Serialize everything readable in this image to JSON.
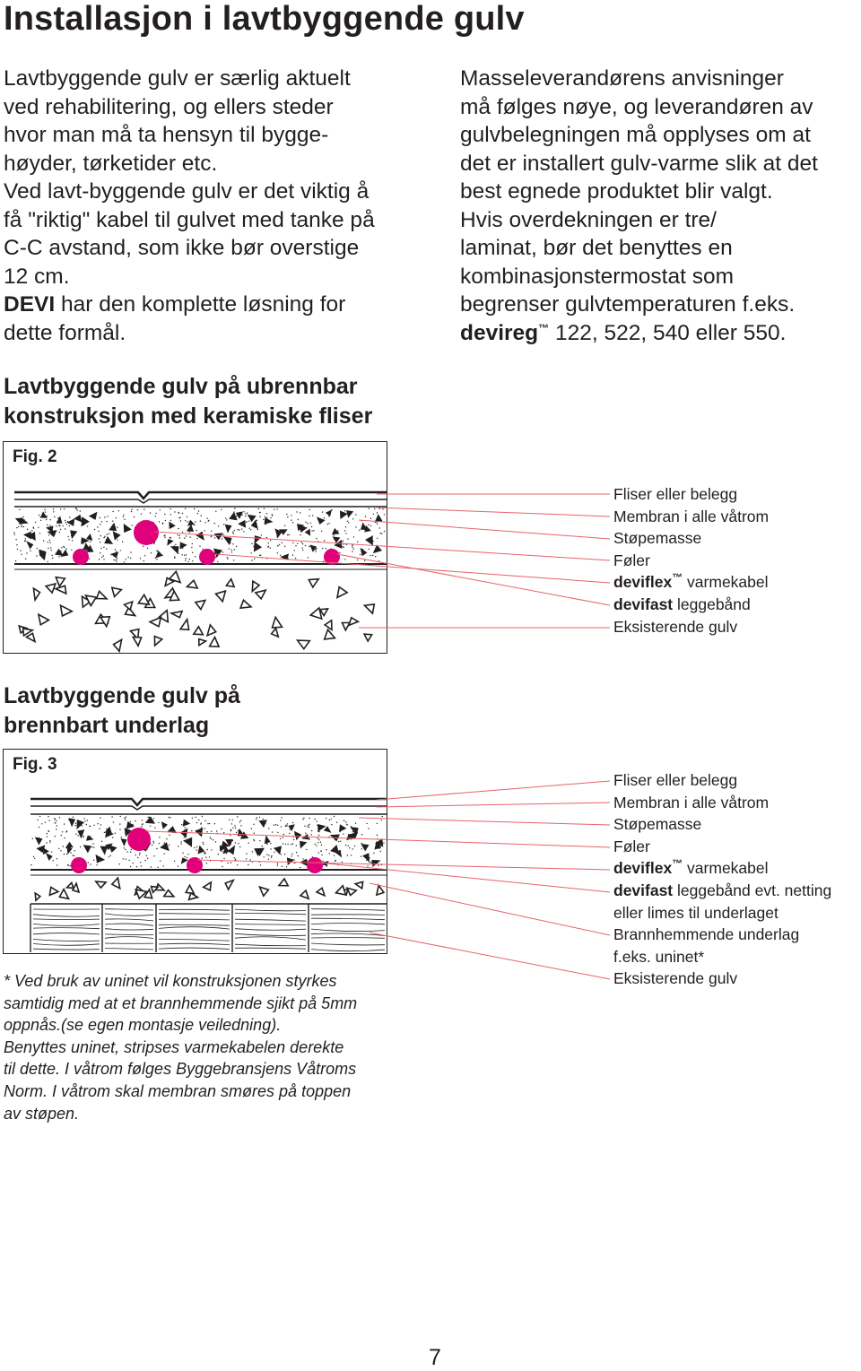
{
  "title": "Installasjon i lavtbyggende gulv",
  "intro_left": {
    "lines": [
      "Lavtbyggende gulv er særlig aktuelt",
      "ved rehabilitering, og ellers steder",
      "hvor man må ta hensyn til bygge-",
      "høyder, tørketider etc.",
      "Ved lavt-byggende gulv er det viktig å",
      "få \"riktig\" kabel til gulvet med tanke på",
      "C-C avstand, som ikke bør overstige",
      "12 cm."
    ],
    "devi_bold": "DEVI",
    "devi_rest": " har den komplette løsning for",
    "last_line": "dette formål."
  },
  "intro_right": {
    "lines": [
      "Masseleverandørens anvisninger",
      "må følges nøye, og leverandøren av",
      "gulvbelegningen må opplyses om at",
      "det er installert gulv-varme slik at det",
      "best egnede produktet blir valgt.",
      "Hvis overdekningen er tre/",
      "laminat, bør det benyttes en",
      "kombinasjonstermostat som",
      "begrenser gulvtemperaturen f.eks."
    ],
    "devireg_bold": "devireg",
    "tm": "™",
    "devireg_rest": " 122, 522, 540 eller 550."
  },
  "section1": {
    "heading_lines": [
      "Lavtbyggende gulv på ubrennbar",
      "konstruksjon med keramiske fliser"
    ],
    "fig_label": "Fig. 2",
    "legend": {
      "l1": "Fliser eller belegg",
      "l2": "Membran i alle våtrom",
      "l3": "Støpemasse",
      "l4": "Føler",
      "l5_bold": "deviflex",
      "l5_tm": "™",
      "l5_rest": " varmekabel",
      "l6_bold": "devifast",
      "l6_rest": " leggebånd",
      "l7": "Eksisterende gulv"
    }
  },
  "section2": {
    "heading_lines": [
      "Lavtbyggende gulv på",
      "brennbart underlag"
    ],
    "fig_label": "Fig. 3",
    "legend": {
      "l1": "Fliser eller belegg",
      "l2": "Membran i alle våtrom",
      "l3": "Støpemasse",
      "l4": "Føler",
      "l5_bold": "deviflex",
      "l5_tm": "™",
      "l5_rest": " varmekabel",
      "l6_bold": "devifast",
      "l6_rest": " leggebånd evt. netting",
      "l7": "eller limes til underlaget",
      "l8": "Brannhemmende underlag",
      "l9": "f.eks. uninet*",
      "l10": "Eksisterende gulv"
    },
    "note_lines": [
      "* Ved bruk av uninet vil konstruksjonen styrkes",
      "samtidig med at et brannhemmende sjikt på 5mm",
      "oppnås.(se egen montasje veiledning).",
      "Benyttes uninet, stripses varmekabelen derekte",
      "til dette. I våtrom følges Byggebransjens Våtroms",
      "Norm. I våtrom skal membran smøres på toppen",
      "av støpen."
    ]
  },
  "page_number": "7",
  "colors": {
    "text": "#231f20",
    "cable": "#e0007a",
    "leader": "#e8636b"
  },
  "icons": [
    "heating-cable-dot-icon",
    "aggregate-pattern"
  ]
}
